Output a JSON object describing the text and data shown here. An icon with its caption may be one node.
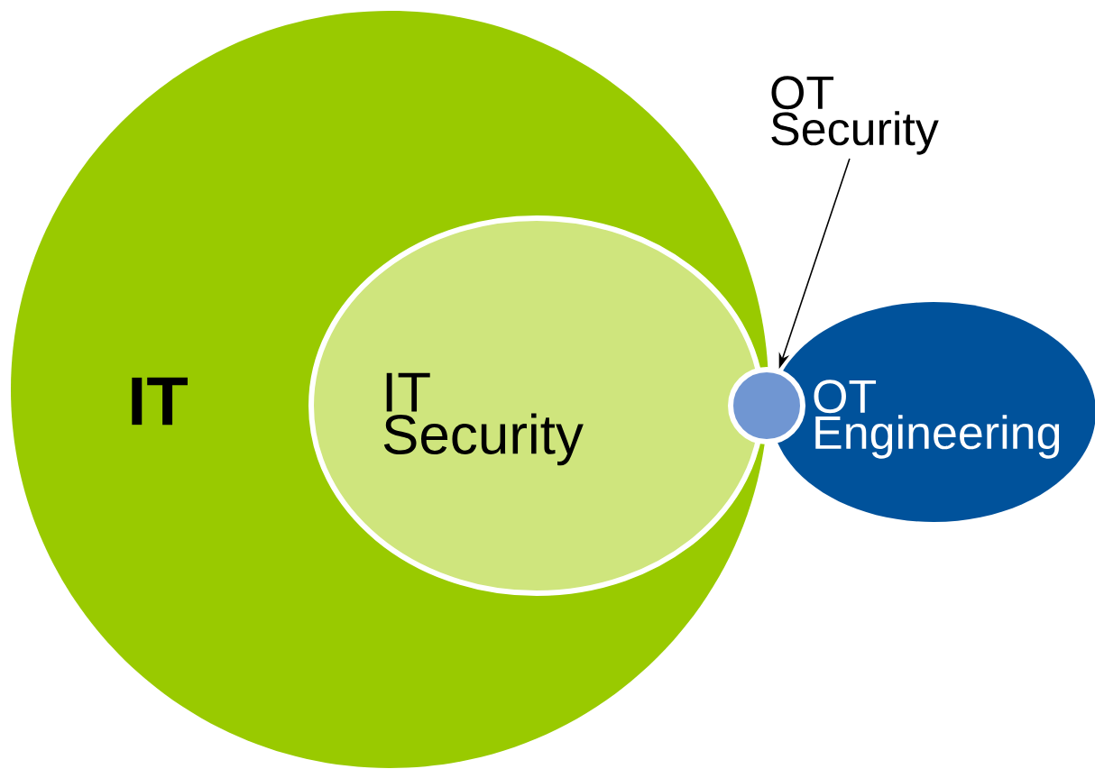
{
  "diagram": {
    "nodes": [
      {
        "text": [
          "IT"
        ]
      },
      {
        "text": [
          "IT Security"
        ],
        "in": 0
      },
      {
        "text": [],
        "shape": "circle"
      },
      {
        "text": [
          "OT Engineering"
        ]
      },
      {
        "text": [
          "OT Security"
        ]
      }
    ],
    "edges": [
      {
        "from": 4,
        "to": 2,
        "arrow": "to"
      }
    ]
  }
}
